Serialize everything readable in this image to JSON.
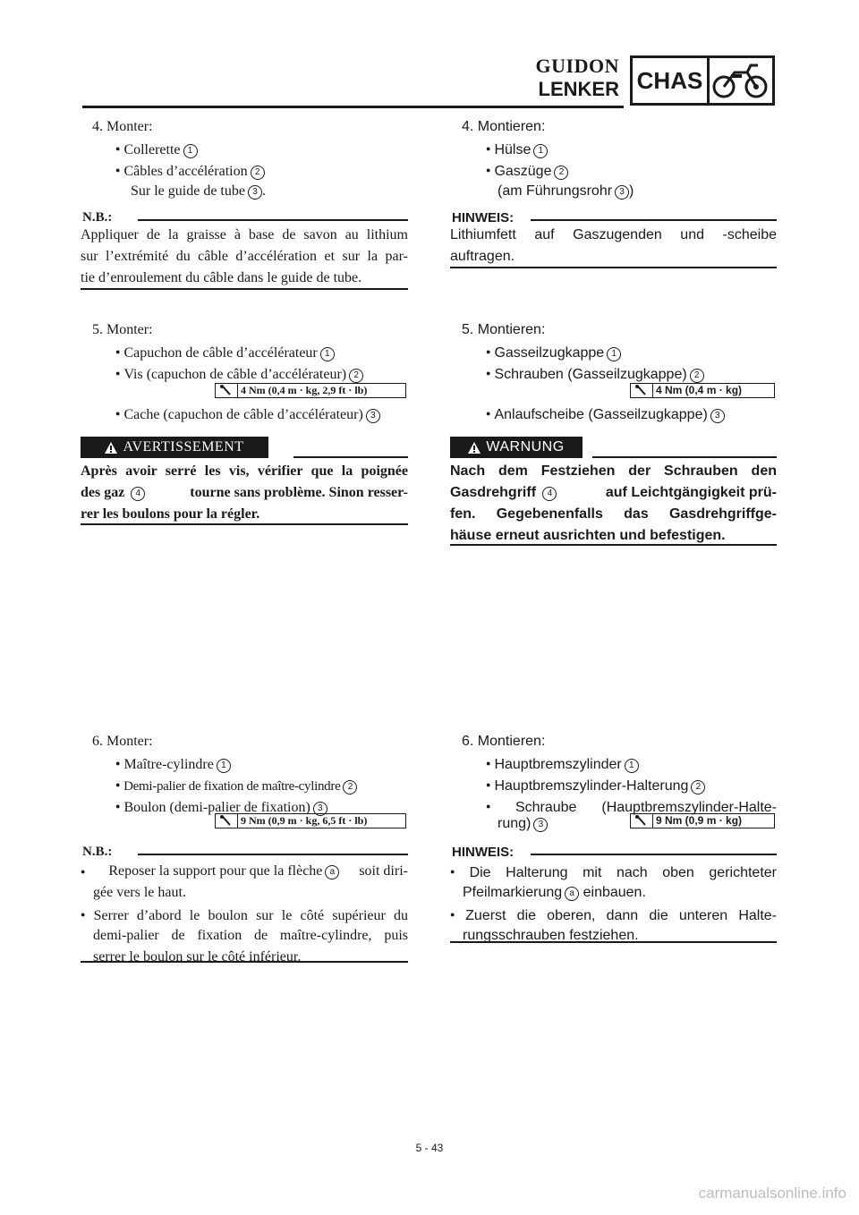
{
  "header": {
    "title_fr": "GUIDON",
    "title_de": "LENKER",
    "section": "CHAS",
    "section_icon": "motorcycle-icon"
  },
  "fr": {
    "s4": {
      "heading": "4. Monter:",
      "items": [
        {
          "text": "Collerette",
          "num": "1"
        },
        {
          "text": "Câbles d’accélération",
          "num": "2"
        }
      ],
      "sub": "Sur le guide de tube",
      "sub_num": "3",
      "sub_end": "."
    },
    "note1": {
      "label": "N.B.:",
      "lines": [
        "Appliquer de la graisse à base de savon au lithium",
        "sur l’extrémité du câble d’accélération et sur la par-",
        "tie d’enroulement du câble dans le guide de tube."
      ]
    },
    "s5": {
      "heading": "5. Monter:",
      "items": [
        {
          "text": "Capuchon de câble d’accélérateur",
          "num": "1"
        },
        {
          "text": "Vis (capuchon de câble d’accélérateur)",
          "num": "2"
        },
        {
          "text": "Cache (capuchon de câble d’accélérateur)",
          "num": "3"
        }
      ],
      "torque": "4 Nm (0,4 m · kg, 2,9 ft · lb)"
    },
    "warning": {
      "label": "AVERTISSEMENT",
      "lines": [
        [
          "Après avoir serré les vis, vérifier que la poignée"
        ],
        [
          "des gaz",
          "4",
          "tourne sans problème. Sinon resser-"
        ],
        [
          "rer les boulons pour la régler."
        ]
      ]
    },
    "s6": {
      "heading": "6. Monter:",
      "items": [
        {
          "text": "Maître-cylindre",
          "num": "1"
        },
        {
          "text": "Demi-palier de fixation de maître-cylindre",
          "num": "2"
        },
        {
          "text": "Boulon (demi-palier de fixation)",
          "num": "3"
        }
      ],
      "torque": "9 Nm (0,9 m · kg, 6,5 ft · lb)"
    },
    "note2": {
      "label": "N.B.:",
      "b1_a": "Reposer la support pour que la flèche",
      "b1_mark": "a",
      "b1_b": "soit diri-",
      "b1_c": "gée vers le haut.",
      "b2_lines": [
        "Serrer d’abord le boulon sur le côté supérieur du",
        "demi-palier de fixation de maître-cylindre, puis",
        "serrer le boulon sur le côté inférieur."
      ]
    }
  },
  "de": {
    "s4": {
      "heading": "4. Montieren:",
      "items": [
        {
          "text": "Hülse",
          "num": "1"
        },
        {
          "text": "Gaszüge",
          "num": "2"
        }
      ],
      "sub": "(am Führungsrohr",
      "sub_num": "3",
      "sub_end": ")"
    },
    "note1": {
      "label": "HINWEIS:",
      "lines": [
        "Lithiumfett auf Gaszugenden und -scheibe",
        "auftragen."
      ]
    },
    "s5": {
      "heading": "5. Montieren:",
      "items": [
        {
          "text": "Gasseilzugkappe",
          "num": "1"
        },
        {
          "text": "Schrauben (Gasseilzugkappe)",
          "num": "2"
        },
        {
          "text": "Anlaufscheibe (Gasseilzugkappe)",
          "num": "3"
        }
      ],
      "torque": "4 Nm (0,4 m · kg)"
    },
    "warning": {
      "label": "WARNUNG",
      "lines": [
        [
          "Nach dem Festziehen der Schrauben den"
        ],
        [
          "Gasdrehgriff",
          "4",
          "auf Leichtgängigkeit prü-"
        ],
        [
          "fen. Gegebenenfalls das Gasdrehgriffge-"
        ],
        [
          "häuse erneut ausrichten und befestigen."
        ]
      ]
    },
    "s6": {
      "heading": "6. Montieren:",
      "items": [
        {
          "text": "Hauptbremszylinder",
          "num": "1"
        },
        {
          "text": "Hauptbremszylinder-Halterung",
          "num": "2"
        },
        {
          "text": "Schraube (Hauptbremszylinder-Halte-",
          "num": ""
        }
      ],
      "item3_cont": "rung)",
      "item3_num": "3",
      "torque": "9 Nm (0,9 m · kg)"
    },
    "note2": {
      "label": "HINWEIS:",
      "b1_a": "Die Halterung mit nach oben gerichteter",
      "b1_c": "Pfeilmarkierung",
      "b1_mark": "a",
      "b1_d": "einbauen.",
      "b2_lines": [
        "Zuerst die oberen, dann die unteren Halte-",
        "rungsschrauben festziehen."
      ]
    }
  },
  "footer": {
    "page": "5 - 43",
    "watermark": "carmanualsonline.info"
  }
}
